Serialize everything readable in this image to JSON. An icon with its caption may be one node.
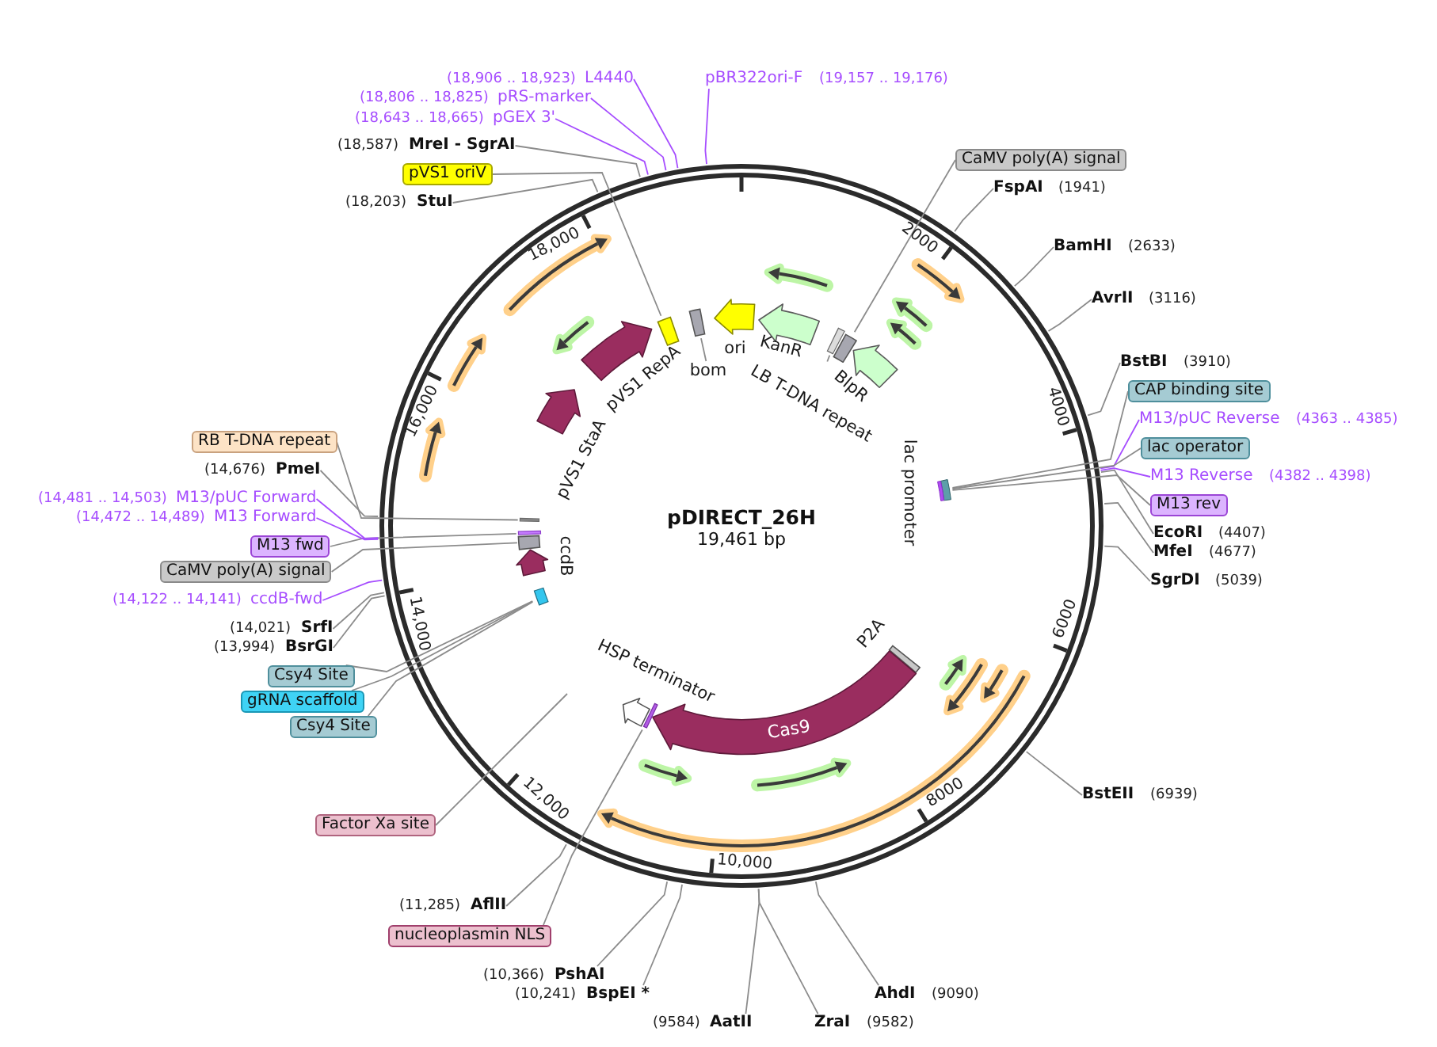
{
  "diagram": {
    "title": "pDIRECT_26H",
    "nodes": [
      {
        "text": [
          "pBR322ori-F"
        ],
        "beside": [
          "(19,157 .. 19,176)"
        ]
      },
      {
        "text": [
          "CaMV poly(A) signal"
        ]
      },
      {
        "text": [
          "FspAI"
        ],
        "beside": [
          "(1941)"
        ]
      },
      {
        "text": [
          "BamHI"
        ],
        "beside": [
          "(2633)"
        ]
      },
      {
        "text": [
          "AvrII"
        ],
        "beside": [
          "(3116)"
        ]
      },
      {
        "text": [
          "BstBI"
        ],
        "beside": [
          "(3910)"
        ]
      },
      {
        "text": [
          "CAP binding site"
        ]
      },
      {
        "text": [
          "M13/pUC Reverse"
        ],
        "beside": [
          "(4363 .. 4385)"
        ]
      },
      {
        "text": [
          "lac operator"
        ]
      },
      {
        "text": [
          "M13 Reverse"
        ],
        "beside": [
          "(4382 .. 4398)"
        ]
      },
      {
        "text": [
          "M13 rev"
        ]
      },
      {
        "text": [
          "EcoRI"
        ],
        "beside": [
          "(4407)"
        ]
      },
      {
        "text": [
          "MfeI"
        ],
        "beside": [
          "(4677)"
        ]
      },
      {
        "text": [
          "SgrDI"
        ],
        "beside": [
          "(5039)"
        ]
      },
      {
        "text": [
          "BstEII"
        ],
        "beside": [
          "(6939)"
        ]
      },
      {
        "text": [
          "AhdI"
        ],
        "beside": [
          "(9090)"
        ]
      },
      {
        "text": [
          "ZraI"
        ],
        "beside": [
          "(9582)"
        ]
      },
      {
        "text": [
          "AatII"
        ],
        "beside": [
          "(9584)"
        ]
      },
      {
        "text": [
          "BspEI *"
        ],
        "beside": [
          "(10,241)"
        ]
      },
      {
        "text": [
          "PshAI"
        ],
        "beside": [
          "(10,366)"
        ]
      },
      {
        "text": [
          "nucleoplasmin NLS"
        ]
      },
      {
        "text": [
          "AflII"
        ],
        "beside": [
          "(11,285)"
        ]
      },
      {
        "text": [
          "Factor Xa site"
        ]
      },
      {
        "text": [
          "Csy4 Site"
        ]
      },
      {
        "text": [
          "gRNA scaffold"
        ]
      },
      {
        "text": [
          "Csy4 Site"
        ]
      },
      {
        "text": [
          "BsrGI"
        ],
        "beside": [
          "(13,994)"
        ]
      },
      {
        "text": [
          "SrfI"
        ],
        "beside": [
          "(14,021)"
        ]
      },
      {
        "text": [
          "ccdB-fwd"
        ],
        "beside": [
          "(14,122 .. 14,141)"
        ]
      },
      {
        "text": [
          "CaMV poly(A) signal"
        ]
      },
      {
        "text": [
          "M13 fwd"
        ]
      },
      {
        "text": [
          "M13 Forward"
        ],
        "beside": [
          "(14,472 .. 14,489)"
        ]
      },
      {
        "text": [
          "M13/pUC Forward"
        ],
        "beside": [
          "(14,481 .. 14,503)"
        ]
      },
      {
        "text": [
          "PmeI"
        ],
        "beside": [
          "(14,676)"
        ]
      },
      {
        "text": [
          "RB T-DNA repeat"
        ]
      },
      {
        "text": [
          "StuI"
        ],
        "beside": [
          "(18,203)"
        ]
      },
      {
        "text": [
          "pVS1 oriV"
        ]
      },
      {
        "text": [
          "MreI - SgrAI"
        ],
        "beside": [
          "(18,587)"
        ]
      },
      {
        "text": [
          "pGEX 3'"
        ],
        "beside": [
          "(18,643 .. 18,665)"
        ]
      },
      {
        "text": [
          "pRS-marker"
        ],
        "beside": [
          "(18,806 .. 18,825)"
        ]
      },
      {
        "text": [
          "L4440"
        ],
        "beside": [
          "(18,906 .. 18,923)"
        ]
      },
      {
        "text": [
          "ori"
        ]
      },
      {
        "text": [
          "KanR"
        ]
      },
      {
        "text": [],
        "shape": "bar"
      },
      {
        "text": [
          "LB T-DNA repeat"
        ]
      },
      {
        "text": [],
        "shape": "box"
      },
      {
        "text": [
          "BlpR"
        ]
      },
      {
        "text": [
          "lac promoter"
        ]
      },
      {
        "text": [
          "P2A"
        ]
      },
      {
        "text": [
          "Cas9"
        ]
      },
      {
        "text": [],
        "shape": "bar"
      },
      {
        "text": [
          "HSP terminator"
        ]
      },
      {
        "text": [],
        "shape": "bar"
      },
      {
        "text": [
          "ccdB"
        ]
      },
      {
        "text": [],
        "shape": "box"
      },
      {
        "text": [],
        "shape": "bar"
      },
      {
        "text": [],
        "shape": "bar"
      },
      {
        "text": [
          "pVS1 StaA"
        ]
      },
      {
        "text": [
          "pVS1 RepA"
        ]
      },
      {
        "text": [],
        "shape": "box"
      },
      {
        "text": [],
        "shape": "box"
      },
      {
        "text": [
          "bom"
        ]
      }
    ],
    "edges": [
      {
        "from": 0,
        "to": null,
        "arrow": "none",
        "color": "#a64dff"
      },
      {
        "from": 1,
        "to": 45,
        "arrow": "none"
      },
      {
        "from": 2,
        "to": null,
        "arrow": "none"
      },
      {
        "from": 3,
        "to": null,
        "arrow": "none"
      },
      {
        "from": 4,
        "to": null,
        "arrow": "none"
      },
      {
        "from": 5,
        "to": null,
        "arrow": "none"
      },
      {
        "from": 6,
        "to": 47,
        "arrow": "none"
      },
      {
        "from": 7,
        "to": null,
        "arrow": "none",
        "color": "#a64dff"
      },
      {
        "from": 8,
        "to": 47,
        "arrow": "none"
      },
      {
        "from": 9,
        "to": null,
        "arrow": "none",
        "color": "#a64dff"
      },
      {
        "from": 10,
        "to": 47,
        "arrow": "none"
      },
      {
        "from": 11,
        "to": null,
        "arrow": "none"
      },
      {
        "from": 12,
        "to": null,
        "arrow": "none"
      },
      {
        "from": 13,
        "to": null,
        "arrow": "none"
      },
      {
        "from": 14,
        "to": null,
        "arrow": "none"
      },
      {
        "from": 15,
        "to": null,
        "arrow": "none"
      },
      {
        "from": 16,
        "to": null,
        "arrow": "none"
      },
      {
        "from": 17,
        "to": null,
        "arrow": "none"
      },
      {
        "from": 18,
        "to": null,
        "arrow": "none"
      },
      {
        "from": 19,
        "to": null,
        "arrow": "none"
      },
      {
        "from": 20,
        "to": 50,
        "arrow": "none"
      },
      {
        "from": 21,
        "to": null,
        "arrow": "none"
      },
      {
        "from": 22,
        "to": null,
        "arrow": "none"
      },
      {
        "from": 23,
        "to": 52,
        "arrow": "none"
      },
      {
        "from": 24,
        "to": 52,
        "arrow": "none"
      },
      {
        "from": 25,
        "to": 52,
        "arrow": "none"
      },
      {
        "from": 26,
        "to": null,
        "arrow": "none"
      },
      {
        "from": 27,
        "to": null,
        "arrow": "none"
      },
      {
        "from": 28,
        "to": null,
        "arrow": "none",
        "color": "#a64dff"
      },
      {
        "from": 29,
        "to": 54,
        "arrow": "none"
      },
      {
        "from": 30,
        "to": 55,
        "arrow": "none"
      },
      {
        "from": 31,
        "to": null,
        "arrow": "none",
        "color": "#a64dff"
      },
      {
        "from": 32,
        "to": null,
        "arrow": "none",
        "color": "#a64dff"
      },
      {
        "from": 33,
        "to": null,
        "arrow": "none"
      },
      {
        "from": 34,
        "to": 56,
        "arrow": "none"
      },
      {
        "from": 35,
        "to": null,
        "arrow": "none"
      },
      {
        "from": 36,
        "to": 59,
        "arrow": "none"
      },
      {
        "from": 37,
        "to": null,
        "arrow": "none"
      },
      {
        "from": 38,
        "to": null,
        "arrow": "none",
        "color": "#a64dff"
      },
      {
        "from": 39,
        "to": null,
        "arrow": "none",
        "color": "#a64dff"
      },
      {
        "from": 40,
        "to": null,
        "arrow": "none",
        "color": "#a64dff"
      },
      {
        "from": 44,
        "to": 43,
        "arrow": "none"
      },
      {
        "from": 61,
        "to": 60,
        "arrow": "none"
      }
    ],
    "labels": [
      "19,461 bp",
      "2000",
      "4000",
      "6000",
      "8000",
      "10,000",
      "12,000",
      "14,000",
      "16,000",
      "18,000"
    ]
  }
}
